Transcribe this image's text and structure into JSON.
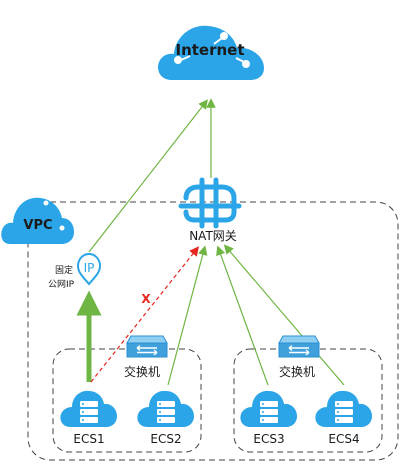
{
  "internet": {
    "label": "Internet",
    "icon": "cloud-icon"
  },
  "vpc": {
    "label": "VPC",
    "icon": "cloud-icon"
  },
  "nat_gateway": {
    "label": "NAT网关",
    "icon": "nat-gateway-icon"
  },
  "fixed_ip": {
    "label_line1": "固定",
    "label_line2": "公网IP",
    "icon_text": "IP",
    "icon": "location-pin-icon"
  },
  "switches": [
    {
      "label": "交换机",
      "icon": "switch-icon"
    },
    {
      "label": "交换机",
      "icon": "switch-icon"
    }
  ],
  "ecs": [
    {
      "label": "ECS1",
      "icon": "server-cloud-icon"
    },
    {
      "label": "ECS2",
      "icon": "server-cloud-icon"
    },
    {
      "label": "ECS3",
      "icon": "server-cloud-icon"
    },
    {
      "label": "ECS4",
      "icon": "server-cloud-icon"
    }
  ],
  "blocked_marker": "X",
  "colors": {
    "cloud_blue": "#2ba5e8",
    "arrow_green": "#6fb543",
    "blocked_red": "#e8241f",
    "border_dash": "#444444",
    "switch_blue": "#3fa0dc"
  }
}
